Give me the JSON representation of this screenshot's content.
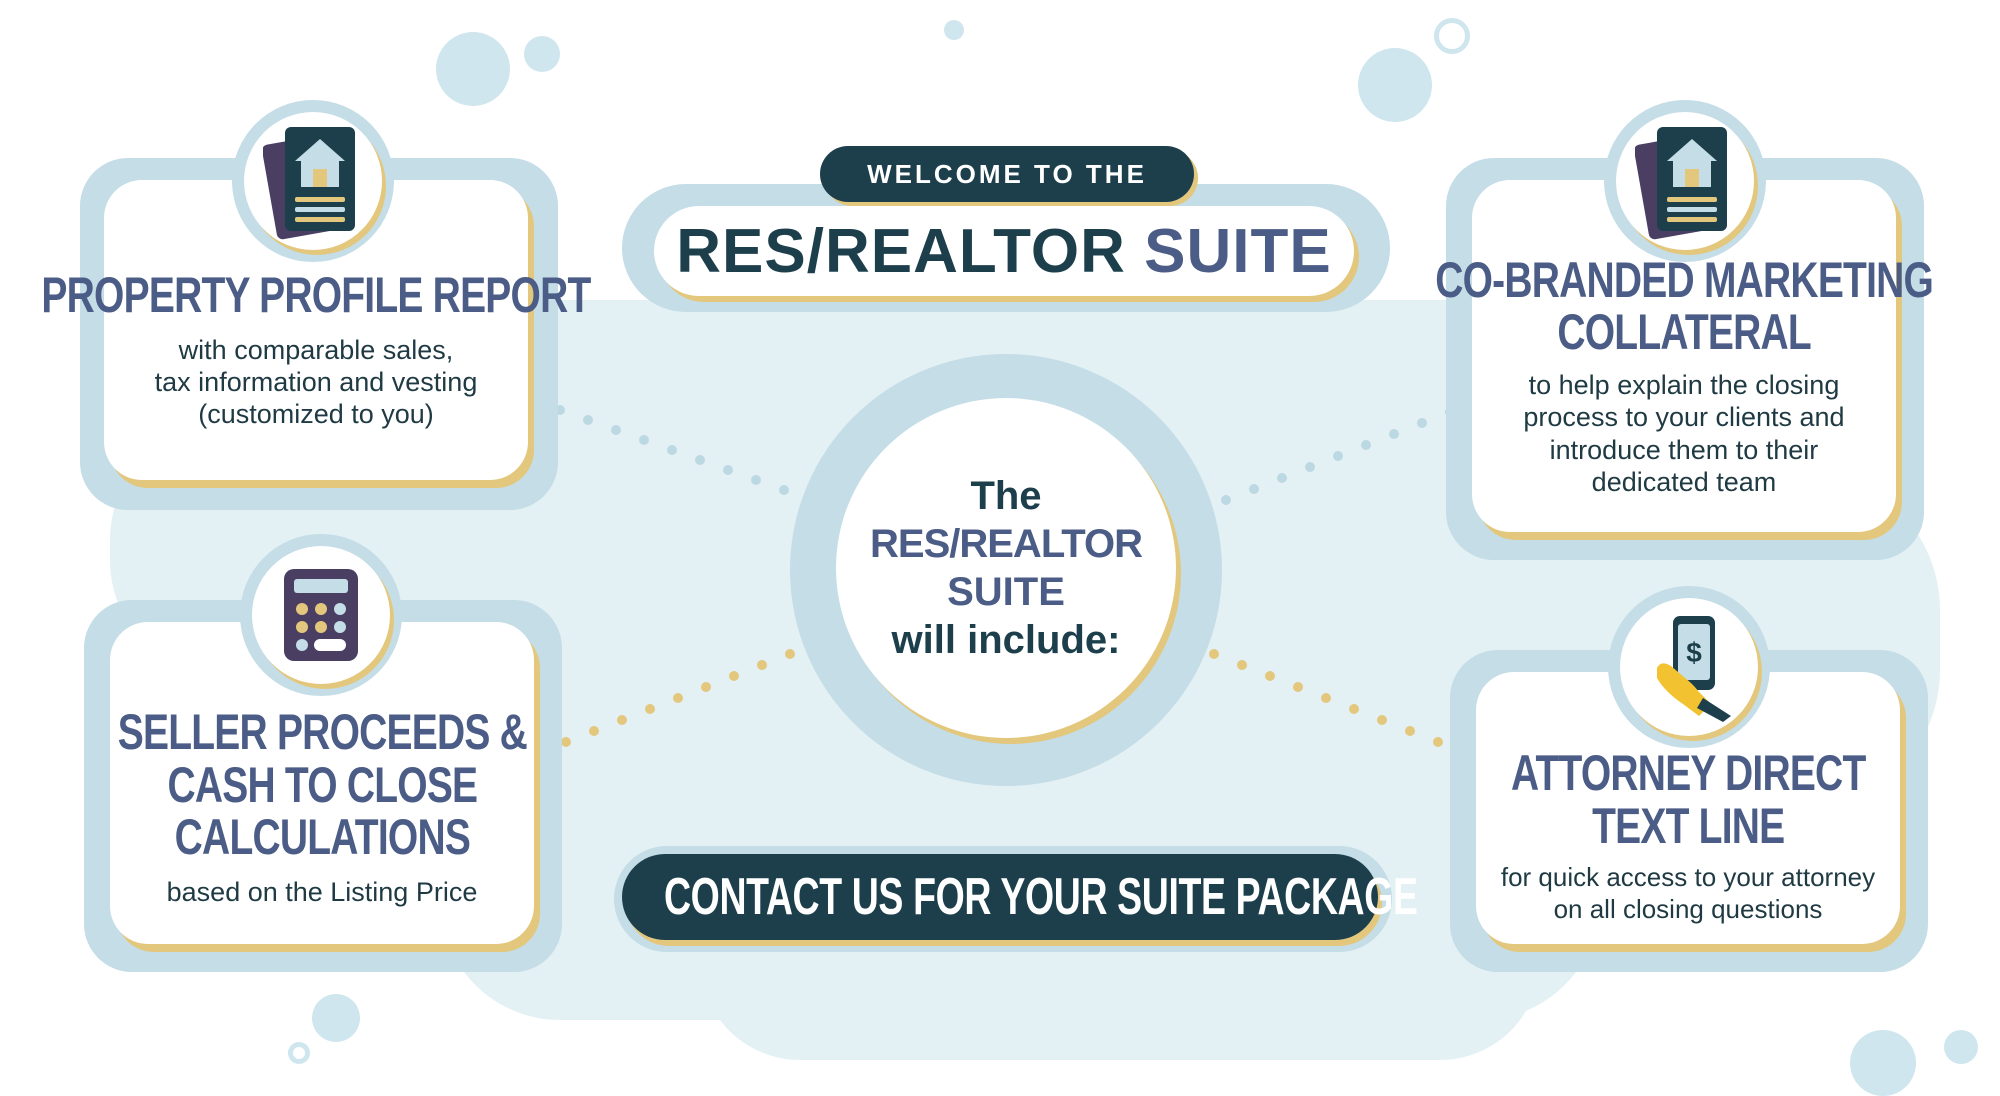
{
  "header": {
    "welcome": "WELCOME TO THE",
    "title_part1": "RES/REALTOR",
    "title_part2": "SUITE"
  },
  "center": {
    "line1": "The",
    "line2": "RES/REALTOR",
    "line3": "SUITE",
    "line4": "will include:"
  },
  "cards": [
    {
      "title": "PROPERTY PROFILE REPORT",
      "desc_lines": [
        "with comparable sales,",
        "tax information and vesting",
        "(customized to you)"
      ],
      "icon": "property-report-icon"
    },
    {
      "title_lines": [
        "CO-BRANDED MARKETING",
        "COLLATERAL"
      ],
      "desc_lines": [
        "to help explain the closing",
        "process to your clients and",
        "introduce them to their",
        "dedicated team"
      ],
      "icon": "marketing-collateral-icon"
    },
    {
      "title_lines": [
        "SELLER PROCEEDS &",
        "CASH TO CLOSE",
        "CALCULATIONS"
      ],
      "desc_lines": [
        "based on the Listing Price"
      ],
      "icon": "calculator-icon"
    },
    {
      "title_lines": [
        "ATTORNEY DIRECT",
        "TEXT LINE"
      ],
      "desc_lines": [
        "for quick access to your attorney",
        "on all closing questions"
      ],
      "icon": "phone-in-hand-icon"
    }
  ],
  "cta": {
    "label": "CONTACT US FOR YOUR SUITE PACKAGE",
    "icon": "arrow-cursor-icon"
  },
  "colors": {
    "navy": "#1d3f4c",
    "slate": "#4b5d86",
    "gold": "#e3c77d",
    "light_blue": "#c4dde6",
    "pale_blue": "#e3f1f5"
  }
}
